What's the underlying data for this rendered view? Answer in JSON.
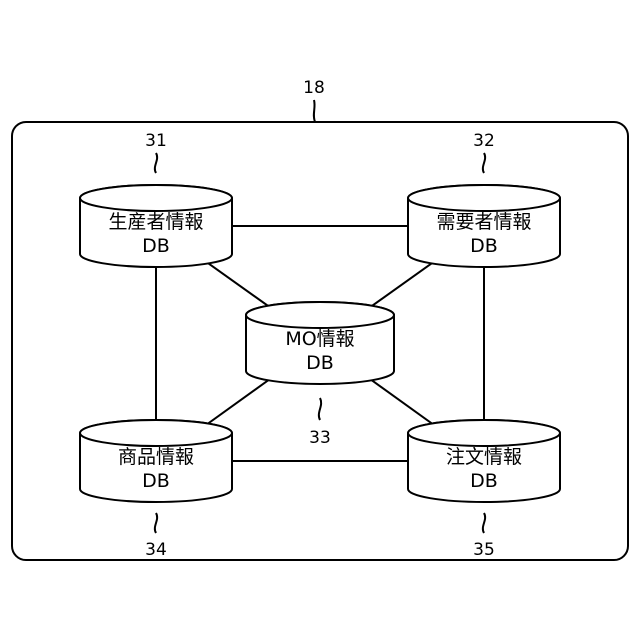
{
  "diagram": {
    "container_ref": "18",
    "databases": {
      "producer": {
        "ref": "31",
        "line1": "生産者情報",
        "line2": "DB"
      },
      "demand": {
        "ref": "32",
        "line1": "需要者情報",
        "line2": "DB"
      },
      "mo": {
        "ref": "33",
        "line1": "MO情報",
        "line2": "DB"
      },
      "product": {
        "ref": "34",
        "line1": "商品情報",
        "line2": "DB"
      },
      "order": {
        "ref": "35",
        "line1": "注文情報",
        "line2": "DB"
      }
    },
    "connections": [
      [
        "producer",
        "demand"
      ],
      [
        "producer",
        "product"
      ],
      [
        "demand",
        "order"
      ],
      [
        "product",
        "order"
      ],
      [
        "producer",
        "mo"
      ],
      [
        "demand",
        "mo"
      ],
      [
        "product",
        "mo"
      ],
      [
        "order",
        "mo"
      ]
    ]
  }
}
